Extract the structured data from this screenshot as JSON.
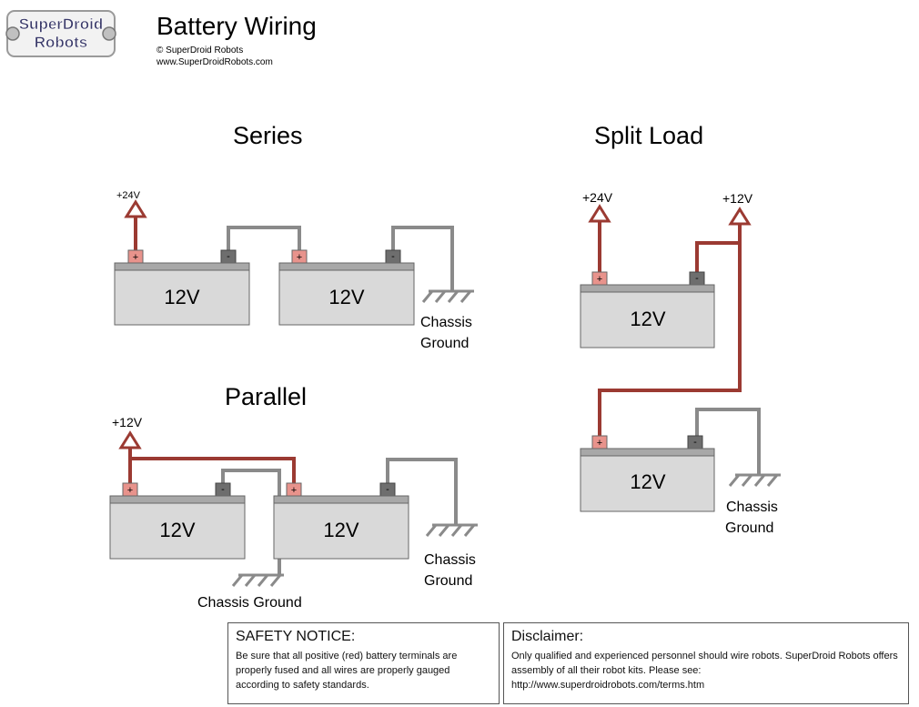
{
  "header": {
    "logo_line1": "SuperDroid",
    "logo_line2": "Robots",
    "title": "Battery Wiring",
    "copyright": "© SuperDroid Robots",
    "website": "www.SuperDroidRobots.com"
  },
  "sections": {
    "series": "Series",
    "parallel": "Parallel",
    "split_load": "Split Load"
  },
  "battery_label": "12V",
  "terminal_positive": "+",
  "terminal_negative": "-",
  "series": {
    "output": "+24V",
    "ground_line1": "Chassis",
    "ground_line2": "Ground"
  },
  "parallel": {
    "output": "+12V",
    "ground_line1": "Chassis",
    "ground_line2": "Ground",
    "ground_single": "Chassis Ground"
  },
  "split": {
    "output_high": "+24V",
    "output_low": "+12V",
    "ground_line1": "Chassis",
    "ground_line2": "Ground"
  },
  "safety": {
    "title": "SAFETY NOTICE:",
    "body": "Be sure that all positive (red) battery terminals are properly fused and all wires are properly gauged according to safety standards."
  },
  "disclaimer": {
    "title": "Disclaimer:",
    "body": "Only qualified and experienced personnel should wire robots. SuperDroid Robots offers assembly of all their robot kits. Please see:",
    "url": "http://www.superdroidrobots.com/terms.htm"
  },
  "colors": {
    "positive_wire": "#9b3a32",
    "negative_wire": "#8a8a8a",
    "battery_body": "#d9d9d9",
    "battery_top": "#a8a8a8",
    "pos_terminal": "#e8938c",
    "neg_terminal": "#6e6e6e"
  }
}
